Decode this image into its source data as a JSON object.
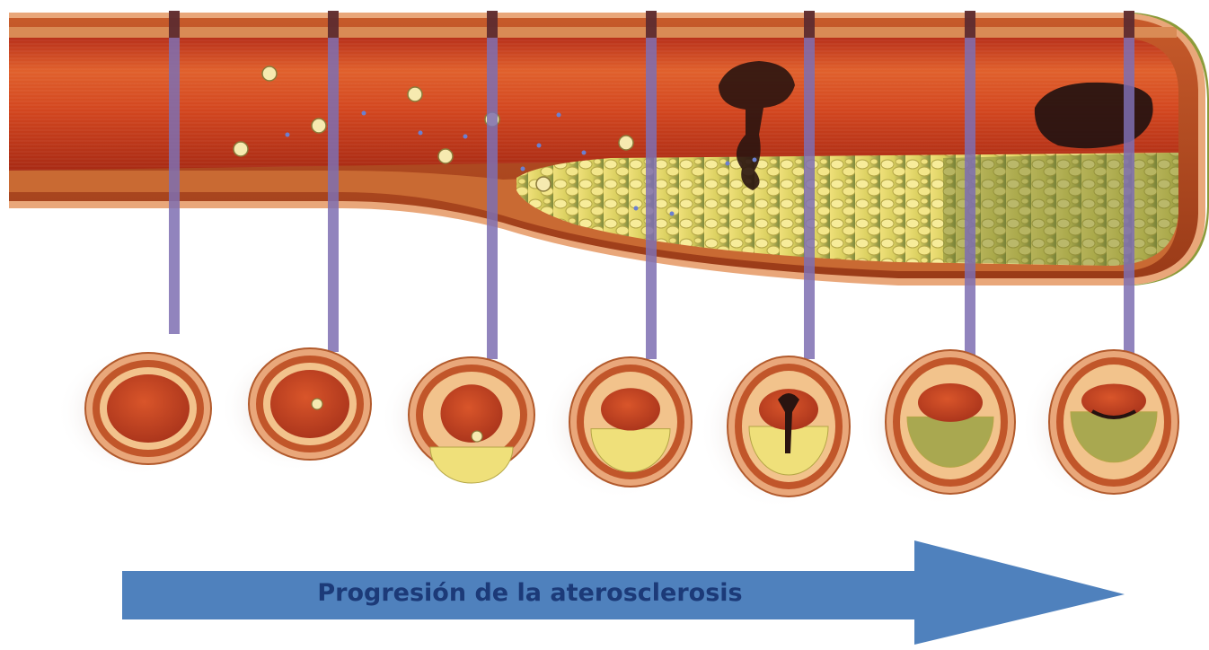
{
  "diagram": {
    "subject": "atherosclerosis-progression",
    "stage_count": 7,
    "colors": {
      "vessel_wall": "#c1461f",
      "lumen": "#c93a1a",
      "lumen_highlight": "#e0632e",
      "intima_layer": "#f2c38c",
      "plaque_fat": "#e8dc6a",
      "plaque_fibrous": "#9aa046",
      "thrombus": "#2a1410",
      "connector": "#7e6fb2",
      "arrow": "#4f81bd",
      "arrow_text": "#1c3a78"
    }
  },
  "arrow": {
    "label": "Progresión de la aterosclerosis"
  }
}
